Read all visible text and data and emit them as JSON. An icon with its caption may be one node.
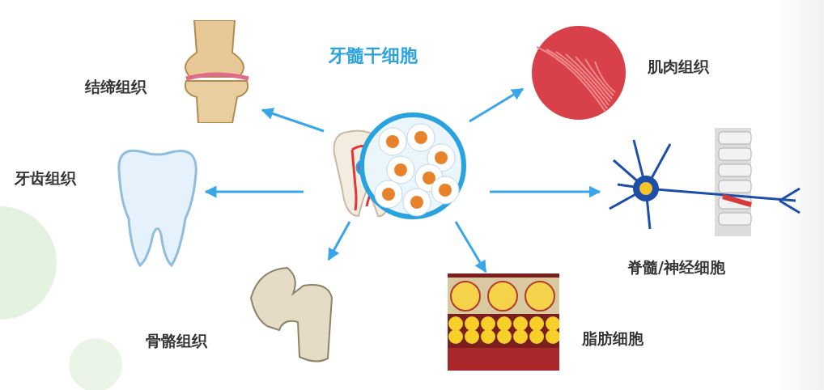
{
  "diagram": {
    "title": "牙髓干细胞",
    "nodes": [
      {
        "text": [],
        "shape": "picture"
      },
      {
        "text": [
          "结缔组织"
        ]
      },
      {
        "text": [
          "牙齿组织"
        ]
      },
      {
        "text": [
          "骨骼组织"
        ]
      },
      {
        "text": [
          "肌肉组织"
        ]
      },
      {
        "text": [
          "脊髓/神经细胞"
        ]
      },
      {
        "text": [
          "脂肪细胞"
        ]
      }
    ],
    "edges": [
      {
        "from": 0,
        "to": 1,
        "arrow": "to"
      },
      {
        "from": 0,
        "to": 2,
        "arrow": "to"
      },
      {
        "from": 0,
        "to": 3,
        "arrow": "to"
      },
      {
        "from": 0,
        "to": 4,
        "arrow": "to"
      },
      {
        "from": 0,
        "to": 5,
        "arrow": "to"
      },
      {
        "from": 0,
        "to": 6,
        "arrow": "to"
      }
    ]
  }
}
